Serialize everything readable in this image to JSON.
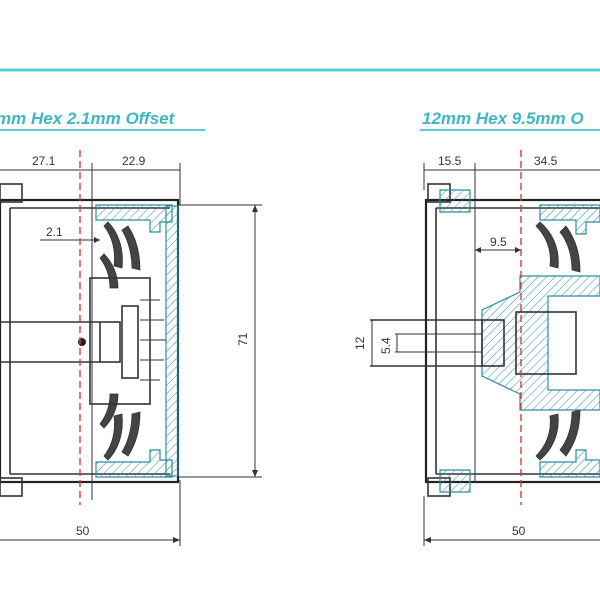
{
  "colors": {
    "accent": "#5ecbd3",
    "title": "#3fb6c4",
    "centerline": "#e23a3a",
    "hatch": "#2a8fa0",
    "line": "#333333"
  },
  "left_view": {
    "title": "mm Hex 2.1mm Offset",
    "dim_top_left": "27.1",
    "dim_top_right": "22.9",
    "dim_offset": "2.1",
    "dim_height": "71",
    "dim_width": "50"
  },
  "right_view": {
    "title": "12mm Hex 9.5mm O",
    "dim_top_left": "15.5",
    "dim_top_right": "34.5",
    "dim_offset": "9.5",
    "dim_hex": "12",
    "dim_pin": "5.4",
    "dim_width": "50"
  }
}
